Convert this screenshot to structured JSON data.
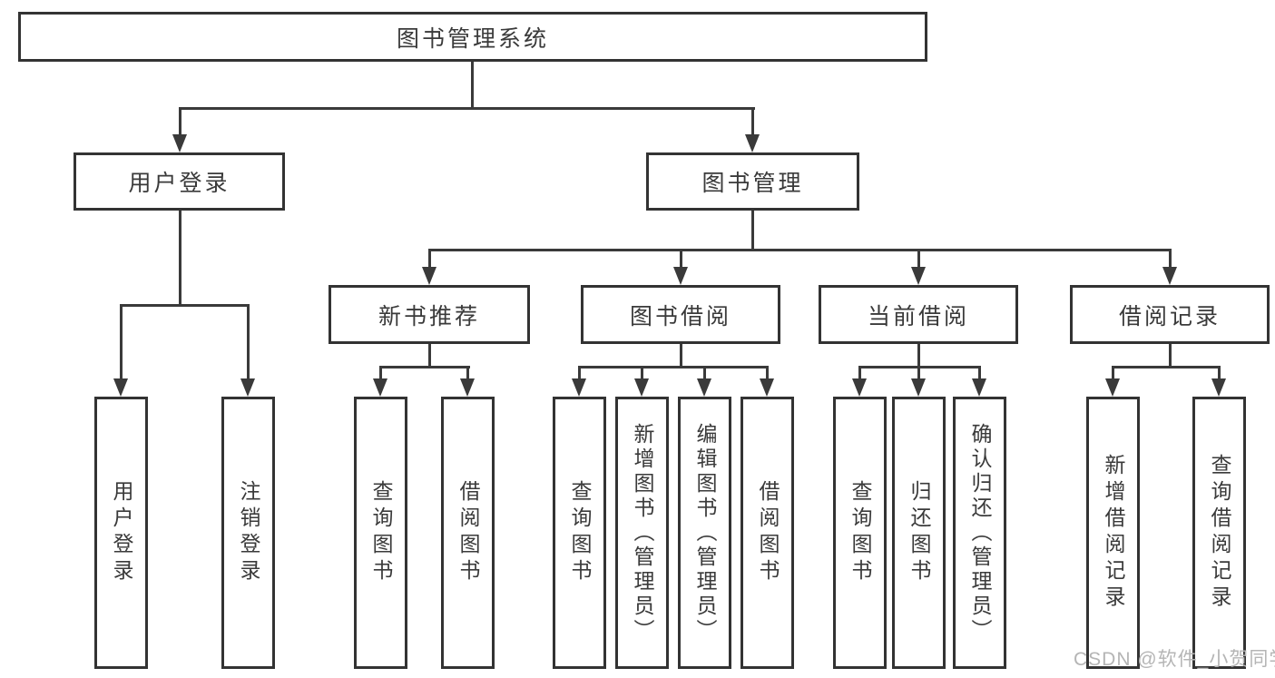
{
  "root": {
    "label": "图书管理系统"
  },
  "level2": {
    "user_login": {
      "label": "用户登录"
    },
    "book_management": {
      "label": "图书管理"
    }
  },
  "level3": {
    "new_book_recommend": {
      "label": "新书推荐"
    },
    "book_borrow": {
      "label": "图书借阅"
    },
    "current_borrow": {
      "label": "当前借阅"
    },
    "borrow_records": {
      "label": "借阅记录"
    }
  },
  "leaves": {
    "user_login": {
      "label": "用户登录"
    },
    "logout": {
      "label": "注销登录"
    },
    "recommend_query_books": {
      "label": "查询图书"
    },
    "recommend_borrow_books": {
      "label": "借阅图书"
    },
    "borrow_query_books": {
      "label": "查询图书"
    },
    "add_book_admin": {
      "label": "新增图书（管理员）"
    },
    "edit_book_admin": {
      "label": "编辑图书（管理员）"
    },
    "borrow_borrow_books": {
      "label": "借阅图书"
    },
    "current_query_books": {
      "label": "查询图书"
    },
    "return_books": {
      "label": "归还图书"
    },
    "confirm_return_admin": {
      "label": "确认归还（管理员）"
    },
    "add_borrow_record": {
      "label": "新增借阅记录"
    },
    "query_borrow_record": {
      "label": "查询借阅记录"
    }
  },
  "watermark": {
    "text": "CSDN @软件_小贺同学"
  },
  "colors": {
    "line": "#3a3a3a",
    "text": "#3a3a3a",
    "background": "#ffffff",
    "watermark": "#b5b5b5"
  }
}
